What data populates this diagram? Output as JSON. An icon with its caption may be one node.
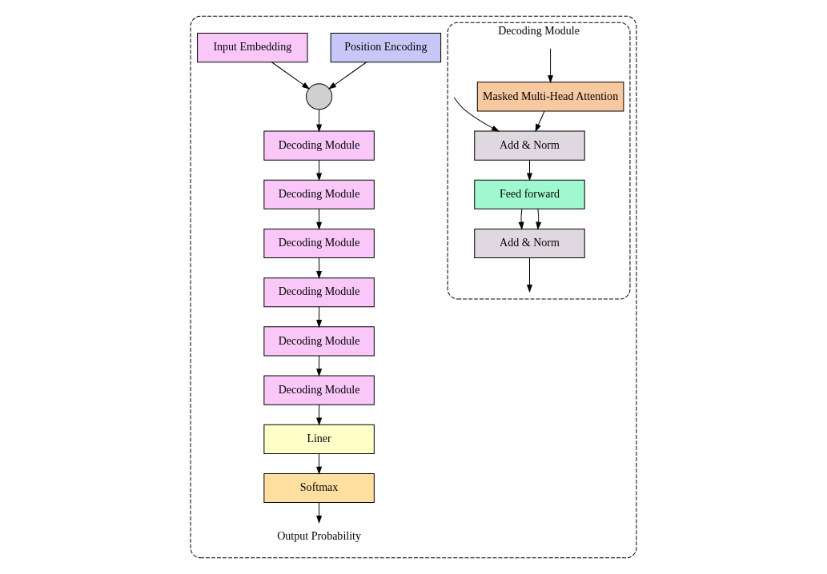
{
  "diagram": {
    "nodes": [
      {
        "text": [],
        "shape": "box"
      },
      {
        "text": [
          "Decoding Module"
        ],
        "in": 0
      },
      {
        "text": [
          "Decoding Module"
        ],
        "in": 0
      },
      {
        "text": [
          "Decoding Module"
        ],
        "in": 0
      },
      {
        "text": [
          "Position Encoding"
        ],
        "in": 0
      },
      {
        "text": [],
        "shape": "circle",
        "in": 0
      },
      {
        "text": [
          "Input Embedding"
        ],
        "in": 0
      },
      {
        "text": [
          "Decoding Module"
        ],
        "in": 0
      },
      {
        "text": [
          "Decoding Module"
        ],
        "in": 0
      },
      {
        "text": [
          "Decoding Module"
        ],
        "in": 0
      },
      {
        "text": [
          "Liner"
        ],
        "in": 0
      },
      {
        "text": [
          "Softmax"
        ],
        "in": 0
      },
      {
        "text": [
          "Output Probability"
        ],
        "in": 0
      },
      {
        "text": [
          "Decoding Module"
        ],
        "in": 0
      },
      {
        "text": [
          "Add & Norm"
        ],
        "in": 13
      },
      {
        "text": [
          "Feed forward"
        ],
        "in": 13
      },
      {
        "text": [
          "Add & Norm"
        ],
        "in": 13
      },
      {
        "text": [
          "Masked Multi-Head Attention"
        ],
        "in": 13
      }
    ],
    "edges": [
      {
        "from": 6,
        "to": 5,
        "arrow": "to"
      },
      {
        "from": 4,
        "to": 5,
        "arrow": "to"
      },
      {
        "from": 5,
        "to": 3,
        "arrow": "to"
      },
      {
        "from": 3,
        "to": 2,
        "arrow": "to"
      },
      {
        "from": 2,
        "to": 1,
        "arrow": "to"
      },
      {
        "from": 1,
        "to": 7,
        "arrow": "to"
      },
      {
        "from": 7,
        "to": 8,
        "arrow": "to"
      },
      {
        "from": 8,
        "to": 9,
        "arrow": "to"
      },
      {
        "from": 9,
        "to": 10,
        "arrow": "to"
      },
      {
        "from": 10,
        "to": 11,
        "arrow": "to"
      },
      {
        "from": 11,
        "to": 12,
        "arrow": "to"
      },
      {
        "from": null,
        "to": 17,
        "arrow": "to"
      },
      {
        "from": null,
        "to": 16,
        "arrow": "to"
      },
      {
        "from": 17,
        "to": 16,
        "arrow": "to"
      },
      {
        "from": 16,
        "to": 15,
        "arrow": "to"
      },
      {
        "from": 15,
        "to": 14,
        "arrow": "to"
      },
      {
        "from": 15,
        "to": 14,
        "arrow": "to"
      },
      {
        "from": 14,
        "to": null,
        "arrow": "to"
      }
    ]
  }
}
